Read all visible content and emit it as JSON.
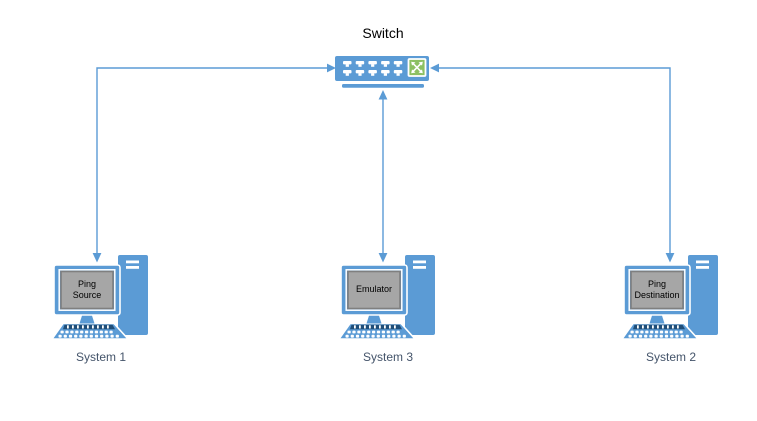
{
  "diagram": {
    "title": "Switch",
    "systems": [
      {
        "id": "system1",
        "label": "System 1",
        "screen_label": "Ping\nSource"
      },
      {
        "id": "system3",
        "label": "System 3",
        "screen_label": "Emulator"
      },
      {
        "id": "system2",
        "label": "System 2",
        "screen_label": "Ping\nDestination"
      }
    ],
    "connections": [
      {
        "from": "switch",
        "to": "system1",
        "style": "double-arrow-elbow"
      },
      {
        "from": "switch",
        "to": "system3",
        "style": "double-arrow-straight"
      },
      {
        "from": "switch",
        "to": "system2",
        "style": "double-arrow-elbow"
      }
    ],
    "colors": {
      "node_blue": "#5B9BD5",
      "screen_gray": "#A6A6A6",
      "screen_border_gray": "#7F7F7F",
      "crossover_green": "#8CC063",
      "keyboard_dark_blue": "#1F4E79",
      "connector_blue": "#5B9BD5",
      "system_label_color": "#44546A",
      "title_color": "#000000"
    }
  }
}
